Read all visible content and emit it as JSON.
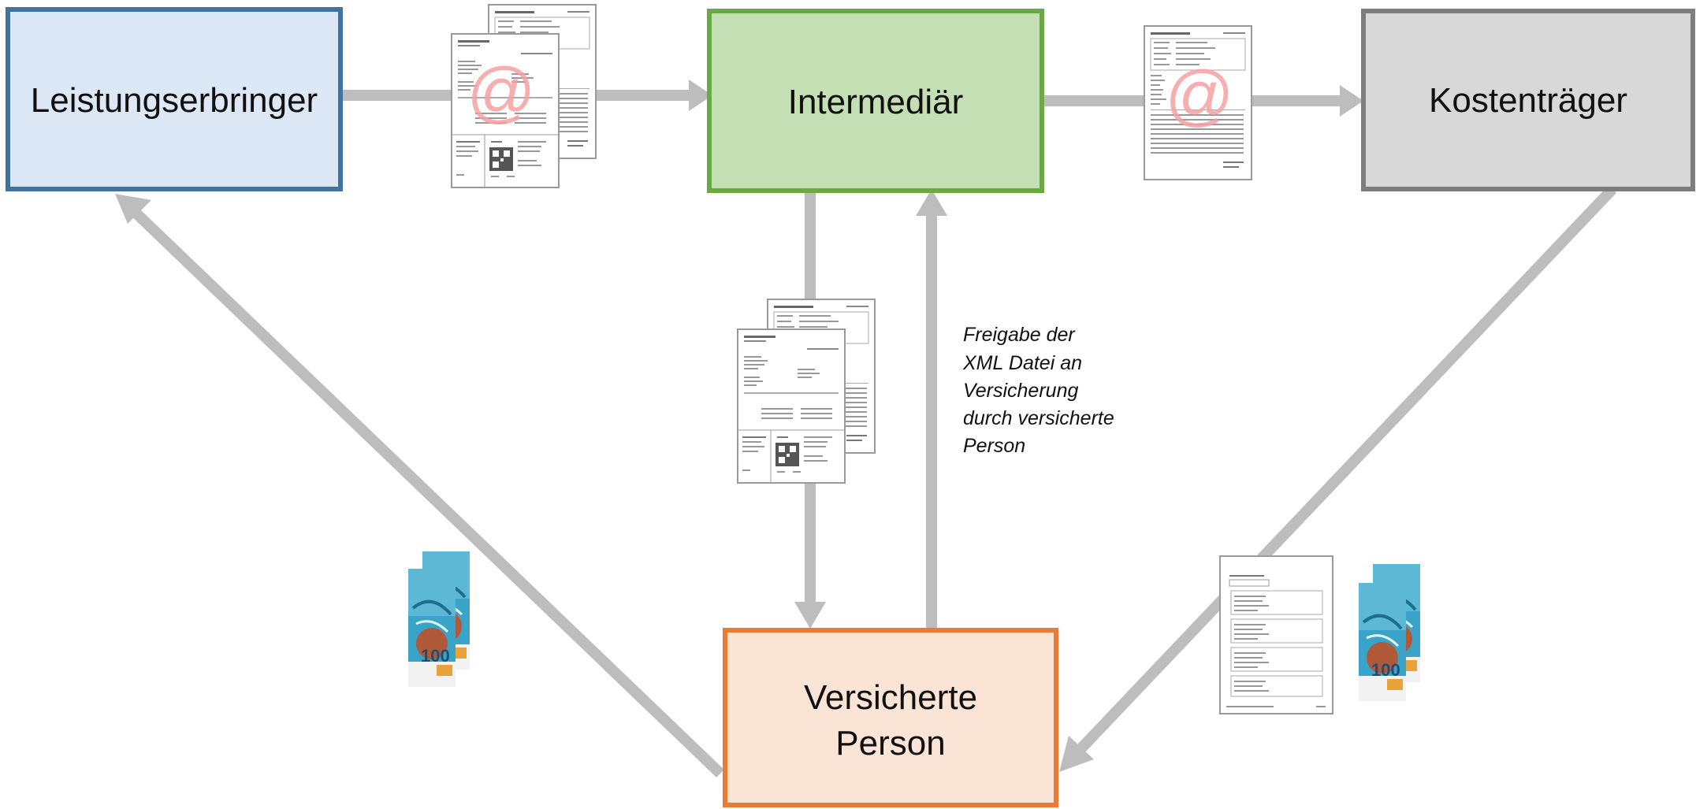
{
  "nodes": {
    "leistungserbringer": {
      "label": "Leistungserbringer",
      "fill": "#dce8f5",
      "stroke": "#42739e"
    },
    "intermediaer": {
      "label": "Intermediär",
      "fill": "#c4dfb3",
      "stroke": "#6aaa45"
    },
    "kostentraeger": {
      "label": "Kostenträger",
      "fill": "#d8d8d8",
      "stroke": "#7d7d7d"
    },
    "versicherte_person": {
      "label_line1": "Versicherte",
      "label_line2": "Person",
      "fill": "#fae4d6",
      "stroke": "#e97b34"
    }
  },
  "annotation": {
    "line1": "Freigabe der",
    "line2": "XML Datei an",
    "line3": "Versicherung",
    "line4": "durch versicherte",
    "line5": "Person"
  },
  "icons": {
    "email_symbol": "@",
    "banknote_value": "100"
  },
  "colors": {
    "arrow": "#bdbdbd",
    "email_at": "#f4a0a0",
    "document_border": "#9a9a9a"
  }
}
